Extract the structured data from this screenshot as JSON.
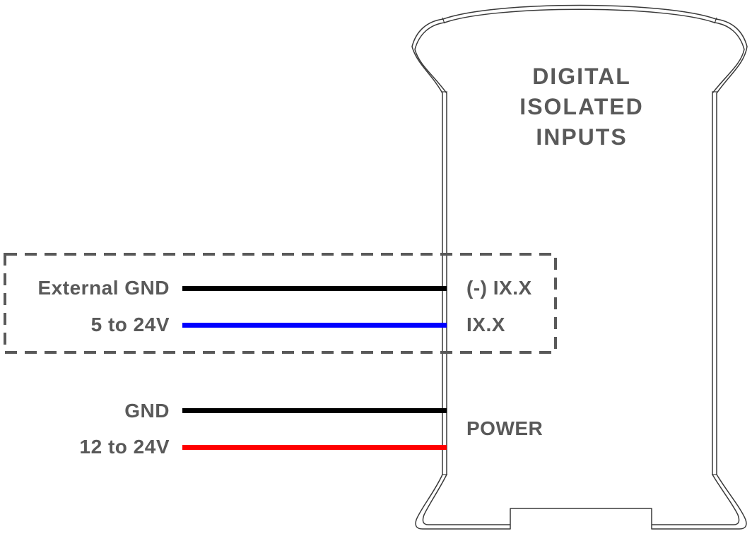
{
  "diagram": {
    "text_color": "#595959",
    "outline_color": "#3a3a3a"
  },
  "device": {
    "title_lines": [
      "DIGITAL",
      "ISOLATED",
      "INPUTS"
    ]
  },
  "isolated_input_group": {
    "border_color": "#595959",
    "rows": [
      {
        "label": "External GND",
        "terminal": "(-) IX.X",
        "wire_color": "#000000"
      },
      {
        "label": "5 to 24V",
        "terminal": "IX.X",
        "wire_color": "#0000ff"
      }
    ]
  },
  "power_group": {
    "terminal": "POWER",
    "rows": [
      {
        "label": "GND",
        "wire_color": "#000000"
      },
      {
        "label": "12 to 24V",
        "wire_color": "#ff0000"
      }
    ]
  }
}
